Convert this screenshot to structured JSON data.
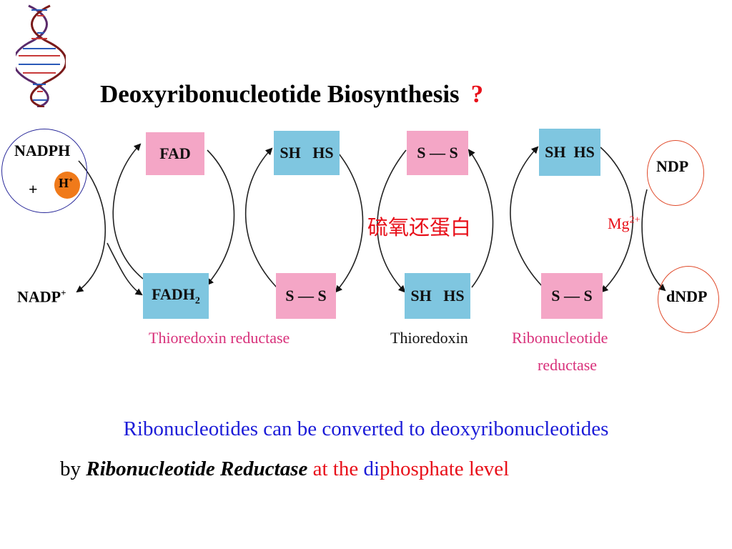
{
  "title": {
    "text": "Deoxyribonucleotide Biosynthesis",
    "mark": "?"
  },
  "boxes": {
    "fad": "FAD",
    "fadh2": "FADH",
    "fadh2_sub": "2",
    "sh_hs_top": "SH   HS",
    "ss_top": "S — S",
    "sh_hs_top_right": "SH  HS",
    "ss_bottom": "S — S",
    "sh_hs_bottom": "SH   HS",
    "ss_bottom_right": "S — S"
  },
  "left": {
    "nadph": "NADPH",
    "plus": "+",
    "h": "H",
    "h_sup": "+",
    "nadp": "NADP",
    "nadp_sup": "+"
  },
  "right": {
    "ndp": "NDP",
    "dndp": "dNDP",
    "mg": "Mg",
    "mg_sup": "2+"
  },
  "chinese_label": "硫氧还蛋白",
  "captions": {
    "thioredoxin_reductase": "Thioredoxin reductase",
    "thioredoxin": "Thioredoxin",
    "ribonucleotide_reductase_1": "Ribonucleotide",
    "ribonucleotide_reductase_2": "reductase"
  },
  "body": {
    "line1": "Ribonucleotides can be converted to deoxyribonucleotides",
    "line2_by": "by",
    "line2_enzyme": "Ribonucleotide Reductase",
    "line2_at": "at the",
    "line2_di": "di",
    "line2_rest": "phosphate level"
  },
  "colors": {
    "pink": "#f4a6c6",
    "blue": "#7fc6e0",
    "red": "#e8101a",
    "blue_text": "#1c1cd8",
    "orange": "#f07a1a"
  }
}
